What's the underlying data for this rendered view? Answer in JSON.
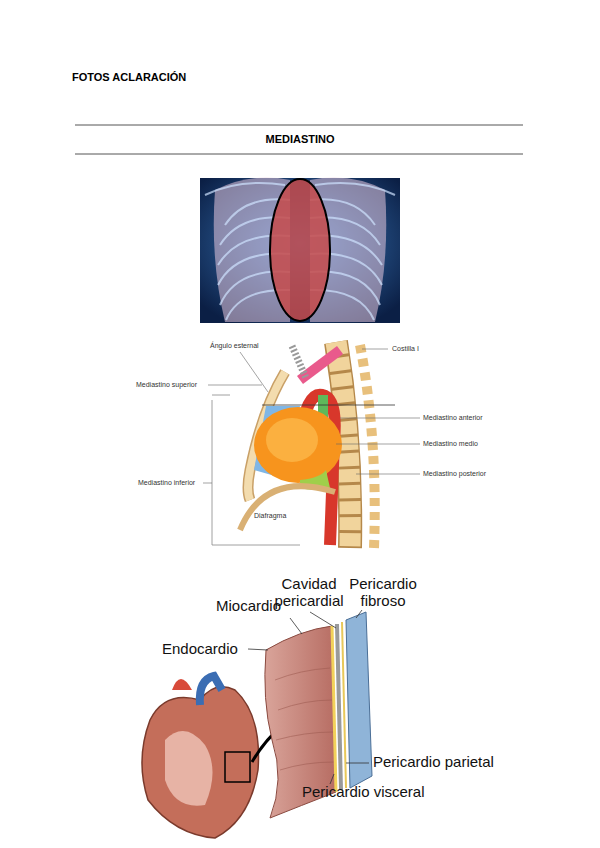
{
  "diagram": {
    "title": "FOTOS ACLARACIÓN",
    "labels": [
      "MEDIASTINO",
      "Ángulo esternal",
      "Costilla I",
      "Mediastino superior",
      "Mediastino anterior",
      "Mediastino medio",
      "Mediastino posterior",
      "Mediastino inferior",
      "Diafragma",
      "Cavidad pericardial",
      "Pericardio fibroso",
      "Miocardio",
      "Endocardio",
      "Pericardio parietal",
      "Pericardio visceral"
    ]
  }
}
